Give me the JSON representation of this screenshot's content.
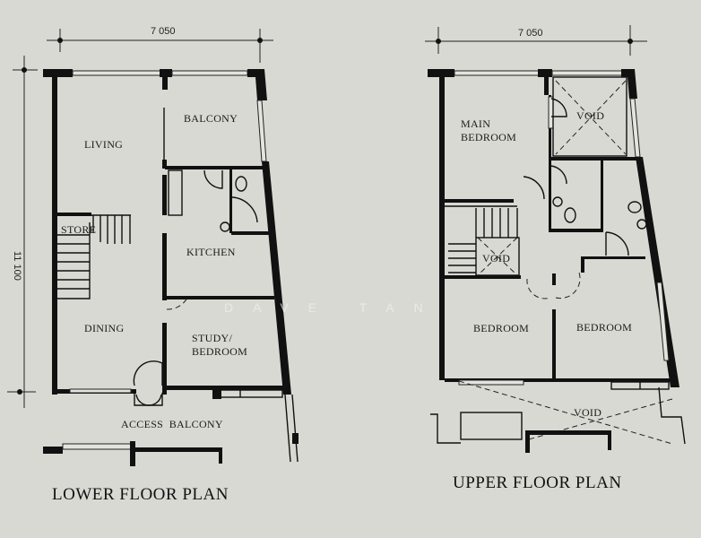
{
  "lower_plan": {
    "title": "LOWER FLOOR PLAN",
    "width_dimension": "7 050",
    "depth_dimension": "11 100",
    "rooms": {
      "living": "LIVING",
      "balcony": "BALCONY",
      "store": "STORE",
      "kitchen": "KITCHEN",
      "dining": "DINING",
      "study_line1": "STUDY/",
      "study_line2": "BEDROOM",
      "access_balcony": "ACCESS  BALCONY"
    }
  },
  "upper_plan": {
    "title": "UPPER FLOOR PLAN",
    "width_dimension": "7 050",
    "rooms": {
      "main_bedroom_line1": "MAIN",
      "main_bedroom_line2": "BEDROOM",
      "void_top": "VOID",
      "void_stair": "VOID",
      "bedroom_left": "BEDROOM",
      "bedroom_right": "BEDROOM",
      "void_bottom": "VOID"
    }
  },
  "watermark": "DAVE TAN"
}
